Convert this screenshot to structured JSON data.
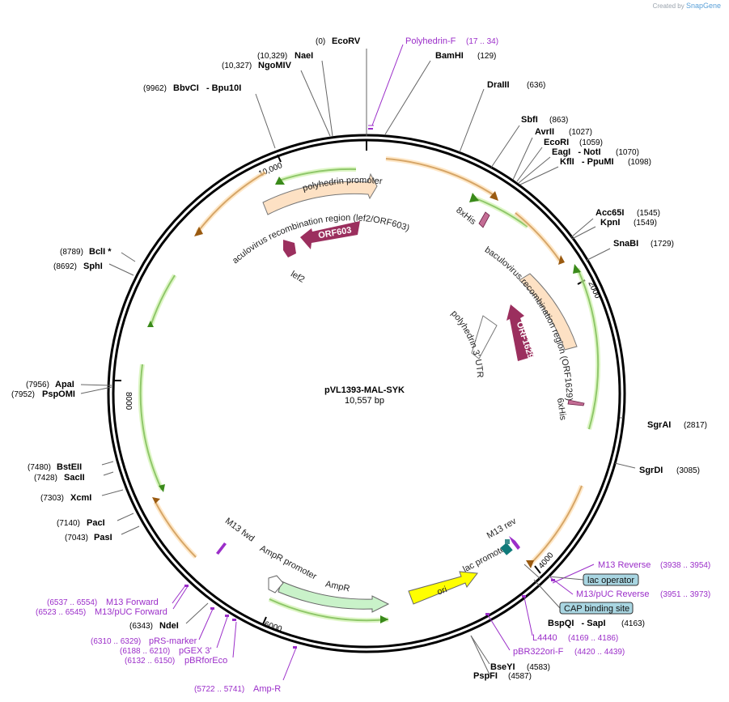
{
  "brand": {
    "prefix": "Created by",
    "name": "SnapGene"
  },
  "plasmid": {
    "name": "pVL1393-MAL-SYK",
    "size": "10,557 bp"
  },
  "ticks": [
    "10,000",
    "2000",
    "4000",
    "6000",
    "8000"
  ],
  "sites": [
    {
      "pos": "(0)",
      "name": "EcoRV"
    },
    {
      "pos": "(10,329)",
      "name": "NaeI"
    },
    {
      "pos": "(10,327)",
      "name": "NgoMIV"
    },
    {
      "pos": "(9962)",
      "name": "BbvCI   - Bpu10I"
    },
    {
      "pos": "(129)",
      "name": "BamHI"
    },
    {
      "pos": "(636)",
      "name": "DraIII"
    },
    {
      "pos": "(863)",
      "name": "SbfI"
    },
    {
      "pos": "(1027)",
      "name": "AvrII"
    },
    {
      "pos": "(1059)",
      "name": "EcoRI"
    },
    {
      "pos": "(1070)",
      "name": "EagI   - NotI"
    },
    {
      "pos": "(1098)",
      "name": "KflI   - PpuMI"
    },
    {
      "pos": "(1545)",
      "name": "Acc65I"
    },
    {
      "pos": "(1549)",
      "name": "KpnI"
    },
    {
      "pos": "(1729)",
      "name": "SnaBI"
    },
    {
      "pos": "(2817)",
      "name": "SgrAI"
    },
    {
      "pos": "(3085)",
      "name": "SgrDI"
    },
    {
      "pos": "(4163)",
      "name": "BspQI   - SapI"
    },
    {
      "pos": "(4583)",
      "name": "BseYI"
    },
    {
      "pos": "(4587)",
      "name": "PspFI"
    },
    {
      "pos": "(6343)",
      "name": "NdeI"
    },
    {
      "pos": "(7043)",
      "name": "PasI"
    },
    {
      "pos": "(7140)",
      "name": "PacI"
    },
    {
      "pos": "(7303)",
      "name": "XcmI"
    },
    {
      "pos": "(7428)",
      "name": "SacII"
    },
    {
      "pos": "(7480)",
      "name": "BstEII"
    },
    {
      "pos": "(7952)",
      "name": "PspOMI"
    },
    {
      "pos": "(7956)",
      "name": "ApaI"
    },
    {
      "pos": "(8692)",
      "name": "SphI"
    },
    {
      "pos": "(8789)",
      "name": "BclI *"
    }
  ],
  "primers": [
    {
      "name": "Polyhedrin-F",
      "pos": "(17 .. 34)"
    },
    {
      "name": "M13 Reverse",
      "pos": "(3938 .. 3954)"
    },
    {
      "name": "M13/pUC Reverse",
      "pos": "(3951 .. 3973)"
    },
    {
      "name": "L4440",
      "pos": "(4169 .. 4186)"
    },
    {
      "name": "pBR322ori-F",
      "pos": "(4420 .. 4439)"
    },
    {
      "name": "M13 Forward",
      "pos": "(6537 .. 6554)"
    },
    {
      "name": "M13/pUC Forward",
      "pos": "(6523 .. 6545)"
    },
    {
      "name": "pRS-marker",
      "pos": "(6310 .. 6329)"
    },
    {
      "name": "pGEX 3'",
      "pos": "(6188 .. 6210)"
    },
    {
      "name": "pBRforEco",
      "pos": "(6132 .. 6150)"
    },
    {
      "name": "Amp-R",
      "pos": "(5722 .. 5741)"
    }
  ],
  "boxed_labels": [
    "lac operator",
    "CAP binding site"
  ],
  "features": {
    "polyhedrin_promoter": "polyhedrin promoter",
    "recomb_left": "baculovirus recombination region (lef2/ORF603)",
    "orf603": "ORF603",
    "lef2": "lef2",
    "his8": "8xHis",
    "recomb_right": "baculovirus recombination region (ORF1629)",
    "orf1629": "ORF1629",
    "polyhedrin_utr": "polyhedrin 3' UTR",
    "his6": "6xHis",
    "m13rev": "M13 rev",
    "lac_promoter": "lac promoter",
    "ori": "ori",
    "ampr": "AmpR",
    "ampr_promoter": "AmpR promoter",
    "m13fwd": "M13 fwd"
  },
  "colors": {
    "backbone": "#000000",
    "green_orf": "#3a8a1a",
    "orange_orf": "#9a5a10",
    "recomb_fill": "#fde1c4",
    "maroon": "#9b2f5e",
    "primer": "#9b2ec9",
    "ampr_fill": "#c9f2c9",
    "ori_fill": "#ffff00",
    "box_fill": "#a9d6e2"
  }
}
